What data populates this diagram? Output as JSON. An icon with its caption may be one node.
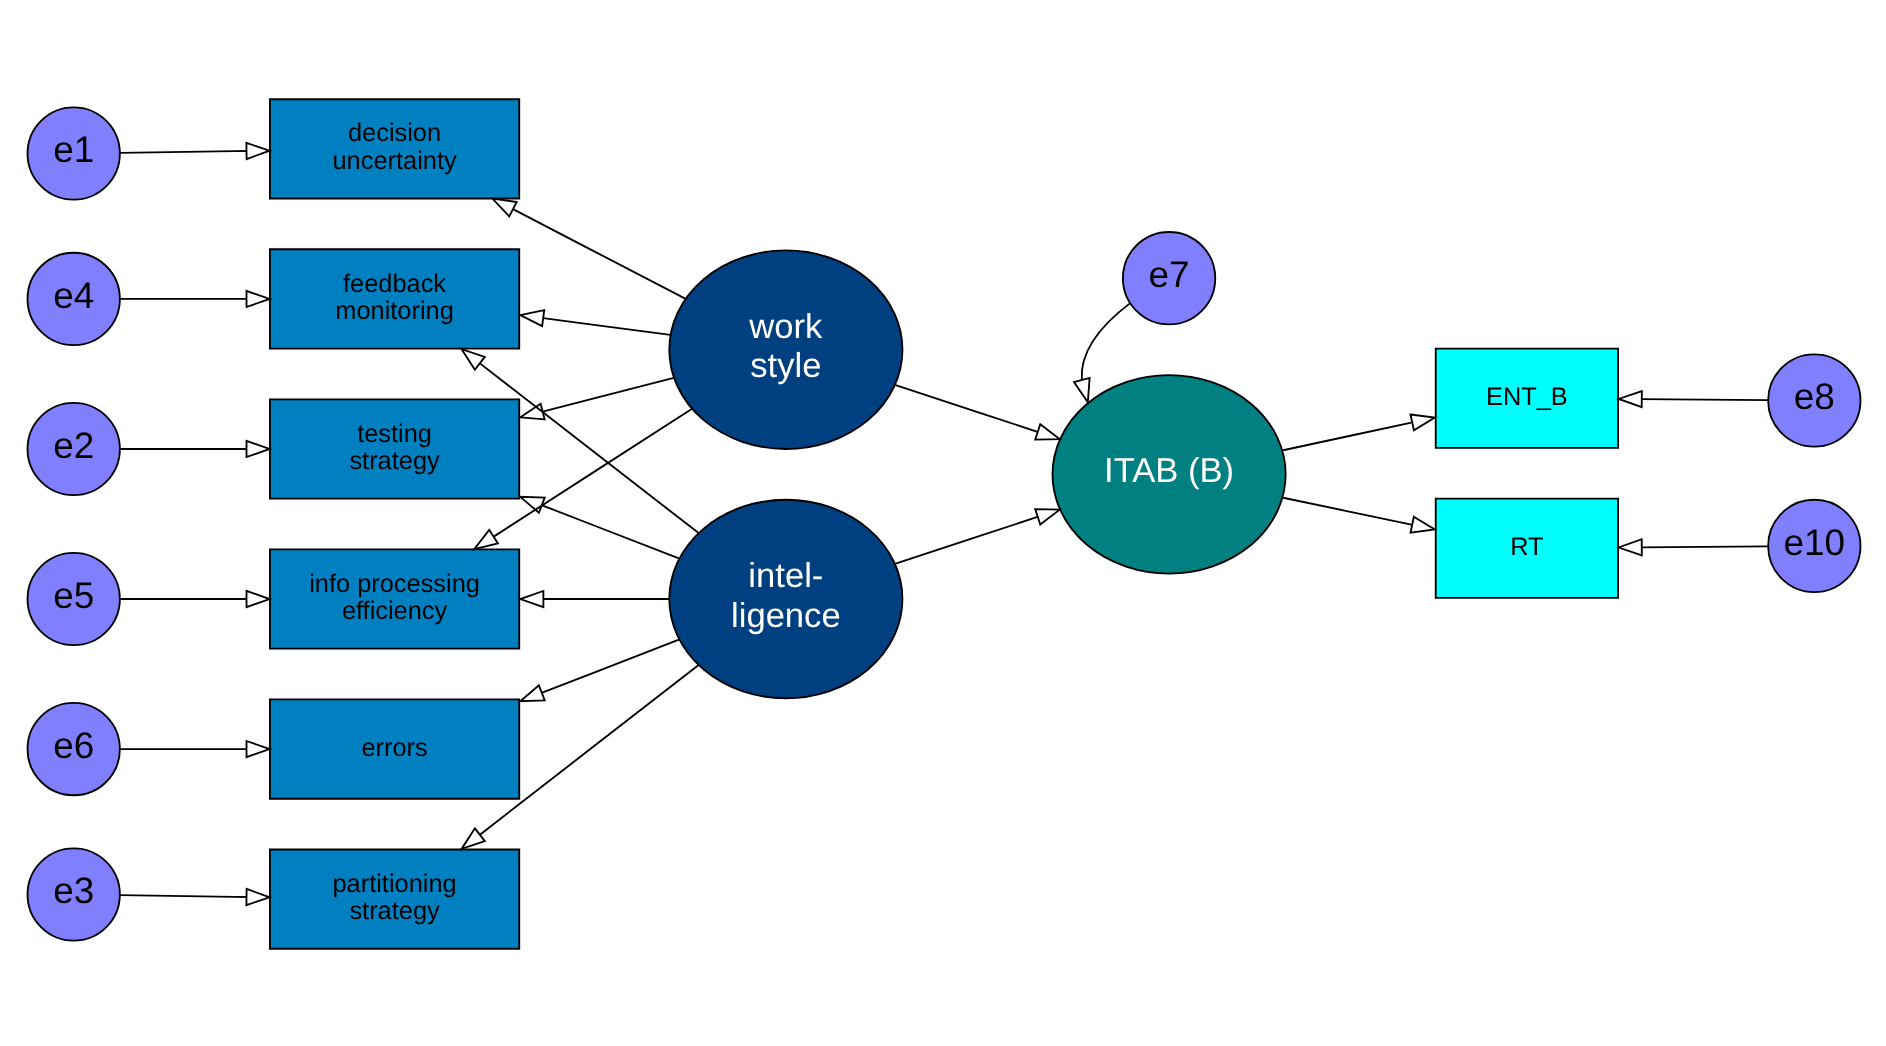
{
  "diagram": {
    "nodes": [
      {
        "text": [
          "e1"
        ]
      },
      {
        "text": [
          "decision uncertainty"
        ]
      },
      {
        "text": [
          "e4"
        ]
      },
      {
        "text": [
          "feedback monitoring"
        ]
      },
      {
        "text": [
          "e2"
        ]
      },
      {
        "text": [
          "testing strategy"
        ]
      },
      {
        "text": [
          "e5"
        ]
      },
      {
        "text": [
          "info processing efficiency"
        ]
      },
      {
        "text": [
          "e6"
        ]
      },
      {
        "text": [
          "errors"
        ]
      },
      {
        "text": [
          "e3"
        ]
      },
      {
        "text": [
          "partitioning strategy"
        ]
      },
      {
        "text": [
          "work style"
        ]
      },
      {
        "text": [
          "intel- ligence"
        ]
      },
      {
        "text": [
          "e7"
        ]
      },
      {
        "text": [
          "ITAB (B)"
        ]
      },
      {
        "text": [
          "ENT_B"
        ]
      },
      {
        "text": [
          "e8"
        ]
      },
      {
        "text": [
          "RT"
        ]
      },
      {
        "text": [
          "e10"
        ]
      }
    ],
    "edges": [
      {
        "from": 0,
        "to": 1,
        "arrow": "to"
      },
      {
        "from": 2,
        "to": 3,
        "arrow": "to"
      },
      {
        "from": 4,
        "to": 5,
        "arrow": "to"
      },
      {
        "from": 6,
        "to": 7,
        "arrow": "to"
      },
      {
        "from": 8,
        "to": 9,
        "arrow": "to"
      },
      {
        "from": 10,
        "to": 11,
        "arrow": "to"
      },
      {
        "from": 12,
        "to": 1,
        "arrow": "to"
      },
      {
        "from": 12,
        "to": 3,
        "arrow": "to"
      },
      {
        "from": 12,
        "to": 5,
        "arrow": "to"
      },
      {
        "from": 12,
        "to": 7,
        "arrow": "to"
      },
      {
        "from": 13,
        "to": 3,
        "arrow": "to"
      },
      {
        "from": 13,
        "to": 5,
        "arrow": "to"
      },
      {
        "from": 13,
        "to": 7,
        "arrow": "to"
      },
      {
        "from": 13,
        "to": 9,
        "arrow": "to"
      },
      {
        "from": 13,
        "to": 11,
        "arrow": "to"
      },
      {
        "from": 12,
        "to": 15,
        "arrow": "to"
      },
      {
        "from": 13,
        "to": 15,
        "arrow": "to"
      },
      {
        "from": 14,
        "to": 15,
        "arrow": "to"
      },
      {
        "from": 15,
        "to": 16,
        "arrow": "to"
      },
      {
        "from": 15,
        "to": 18,
        "arrow": "to"
      },
      {
        "from": 17,
        "to": 16,
        "arrow": "to"
      },
      {
        "from": 19,
        "to": 18,
        "arrow": "to"
      }
    ]
  }
}
